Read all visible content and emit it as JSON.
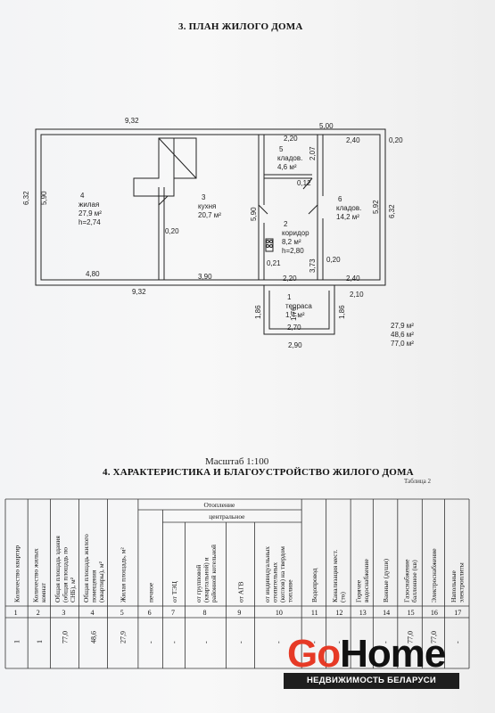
{
  "section3_title": "3. ПЛАН ЖИЛОГО ДОМА",
  "plan": {
    "dims": {
      "top_left": "9,32",
      "top_right": "5,00",
      "left_outer": "6,32",
      "left_inner": "5,90",
      "bottom_inner_left": "4,80",
      "bottom_inner_mid": "3,90",
      "bottom_outer_left": "9,32",
      "kitchen_partition": "5,90",
      "living_partition": "0,20",
      "pantry5_w": "2,20",
      "pantry5_h": "2,07",
      "pantry5_wall": "0,12",
      "pantry6_w": "2,40",
      "right_wall": "0,20",
      "right_inner": "5,92",
      "right_outer": "6,32",
      "corridor_wall1": "0,21",
      "corridor_w": "2,20",
      "corridor_h": "1,76",
      "corridor_h2": "3,73",
      "corridor_wall2": "0,20",
      "pantry6_bottom": "2,40",
      "terrace_right": "2,10",
      "terrace_left_h": "1,86",
      "terrace_right_h": "1,86",
      "terrace_inner_w": "2,70",
      "terrace_outer_w": "2,90"
    },
    "rooms": {
      "r4": {
        "num": "4",
        "name": "жилая",
        "area": "27,9 м²",
        "height": "h=2,74"
      },
      "r3": {
        "num": "3",
        "name": "кухня",
        "area": "20,7 м²"
      },
      "r5": {
        "num": "5",
        "name": "кладов.",
        "area": "4,6 м²"
      },
      "r6": {
        "num": "6",
        "name": "кладов.",
        "area": "14,2 м²"
      },
      "r2": {
        "num": "2",
        "name": "коридор",
        "area": "8,2 м²",
        "height": "h=2,80"
      },
      "r1": {
        "num": "1",
        "name": "терраса",
        "area": "1,4 м²"
      }
    },
    "totals": [
      "27,9 м²",
      "48,6 м²",
      "77,0 м²"
    ]
  },
  "scale": "Масштаб 1:100",
  "section4_title": "4. ХАРАКТЕРИСТИКА И БЛАГОУСТРОЙСТВО ЖИЛОГО ДОМА",
  "table_label": "Таблица 2",
  "table": {
    "heating_header": "Отопление",
    "central_header": "центральное",
    "columns": [
      {
        "num": "1",
        "header": "Количество квартир",
        "value": "1"
      },
      {
        "num": "2",
        "header": "Количество жилых комнат",
        "value": "1"
      },
      {
        "num": "3",
        "header": "Общая площадь здания (общая площадь по СНБ), м²",
        "value": "77,0"
      },
      {
        "num": "4",
        "header": "Общая площадь жилого помещения (квартиры), м²",
        "value": "48,6"
      },
      {
        "num": "5",
        "header": "Жилая площадь, м²",
        "value": "27,9"
      },
      {
        "num": "6",
        "header": "печное",
        "value": "-"
      },
      {
        "num": "7",
        "header": "от ТЭЦ",
        "value": "-"
      },
      {
        "num": "8",
        "header": "от групповой (квартальной) и районной котельной",
        "value": "-"
      },
      {
        "num": "9",
        "header": "от АГВ",
        "value": "-"
      },
      {
        "num": "10",
        "header": "от индивидуальных отопительных (котлов) на твердом топливе",
        "value": "-"
      },
      {
        "num": "11",
        "header": "Водопровод",
        "value": "-"
      },
      {
        "num": "12",
        "header": "Канализация мест. (то)",
        "value": "-"
      },
      {
        "num": "13",
        "header": "Горячее водоснабжение",
        "value": "-"
      },
      {
        "num": "14",
        "header": "Ванные (души)",
        "value": "-"
      },
      {
        "num": "15",
        "header": "Газоснабжение баллонное (кв)",
        "value": "77,0"
      },
      {
        "num": "16",
        "header": "Электроснабжение",
        "value": "77,0"
      },
      {
        "num": "17",
        "header": "Напольные электроплиты",
        "value": "-"
      }
    ]
  },
  "logo": {
    "word_go": "Go",
    "word_home": "Home",
    "tagline": "НЕДВИЖИМОСТЬ БЕЛАРУСИ"
  },
  "colors": {
    "brand_red": "#e63a26",
    "brand_dark": "#1e1e1e",
    "ink": "#111111",
    "paper": "#f5f5f5"
  }
}
